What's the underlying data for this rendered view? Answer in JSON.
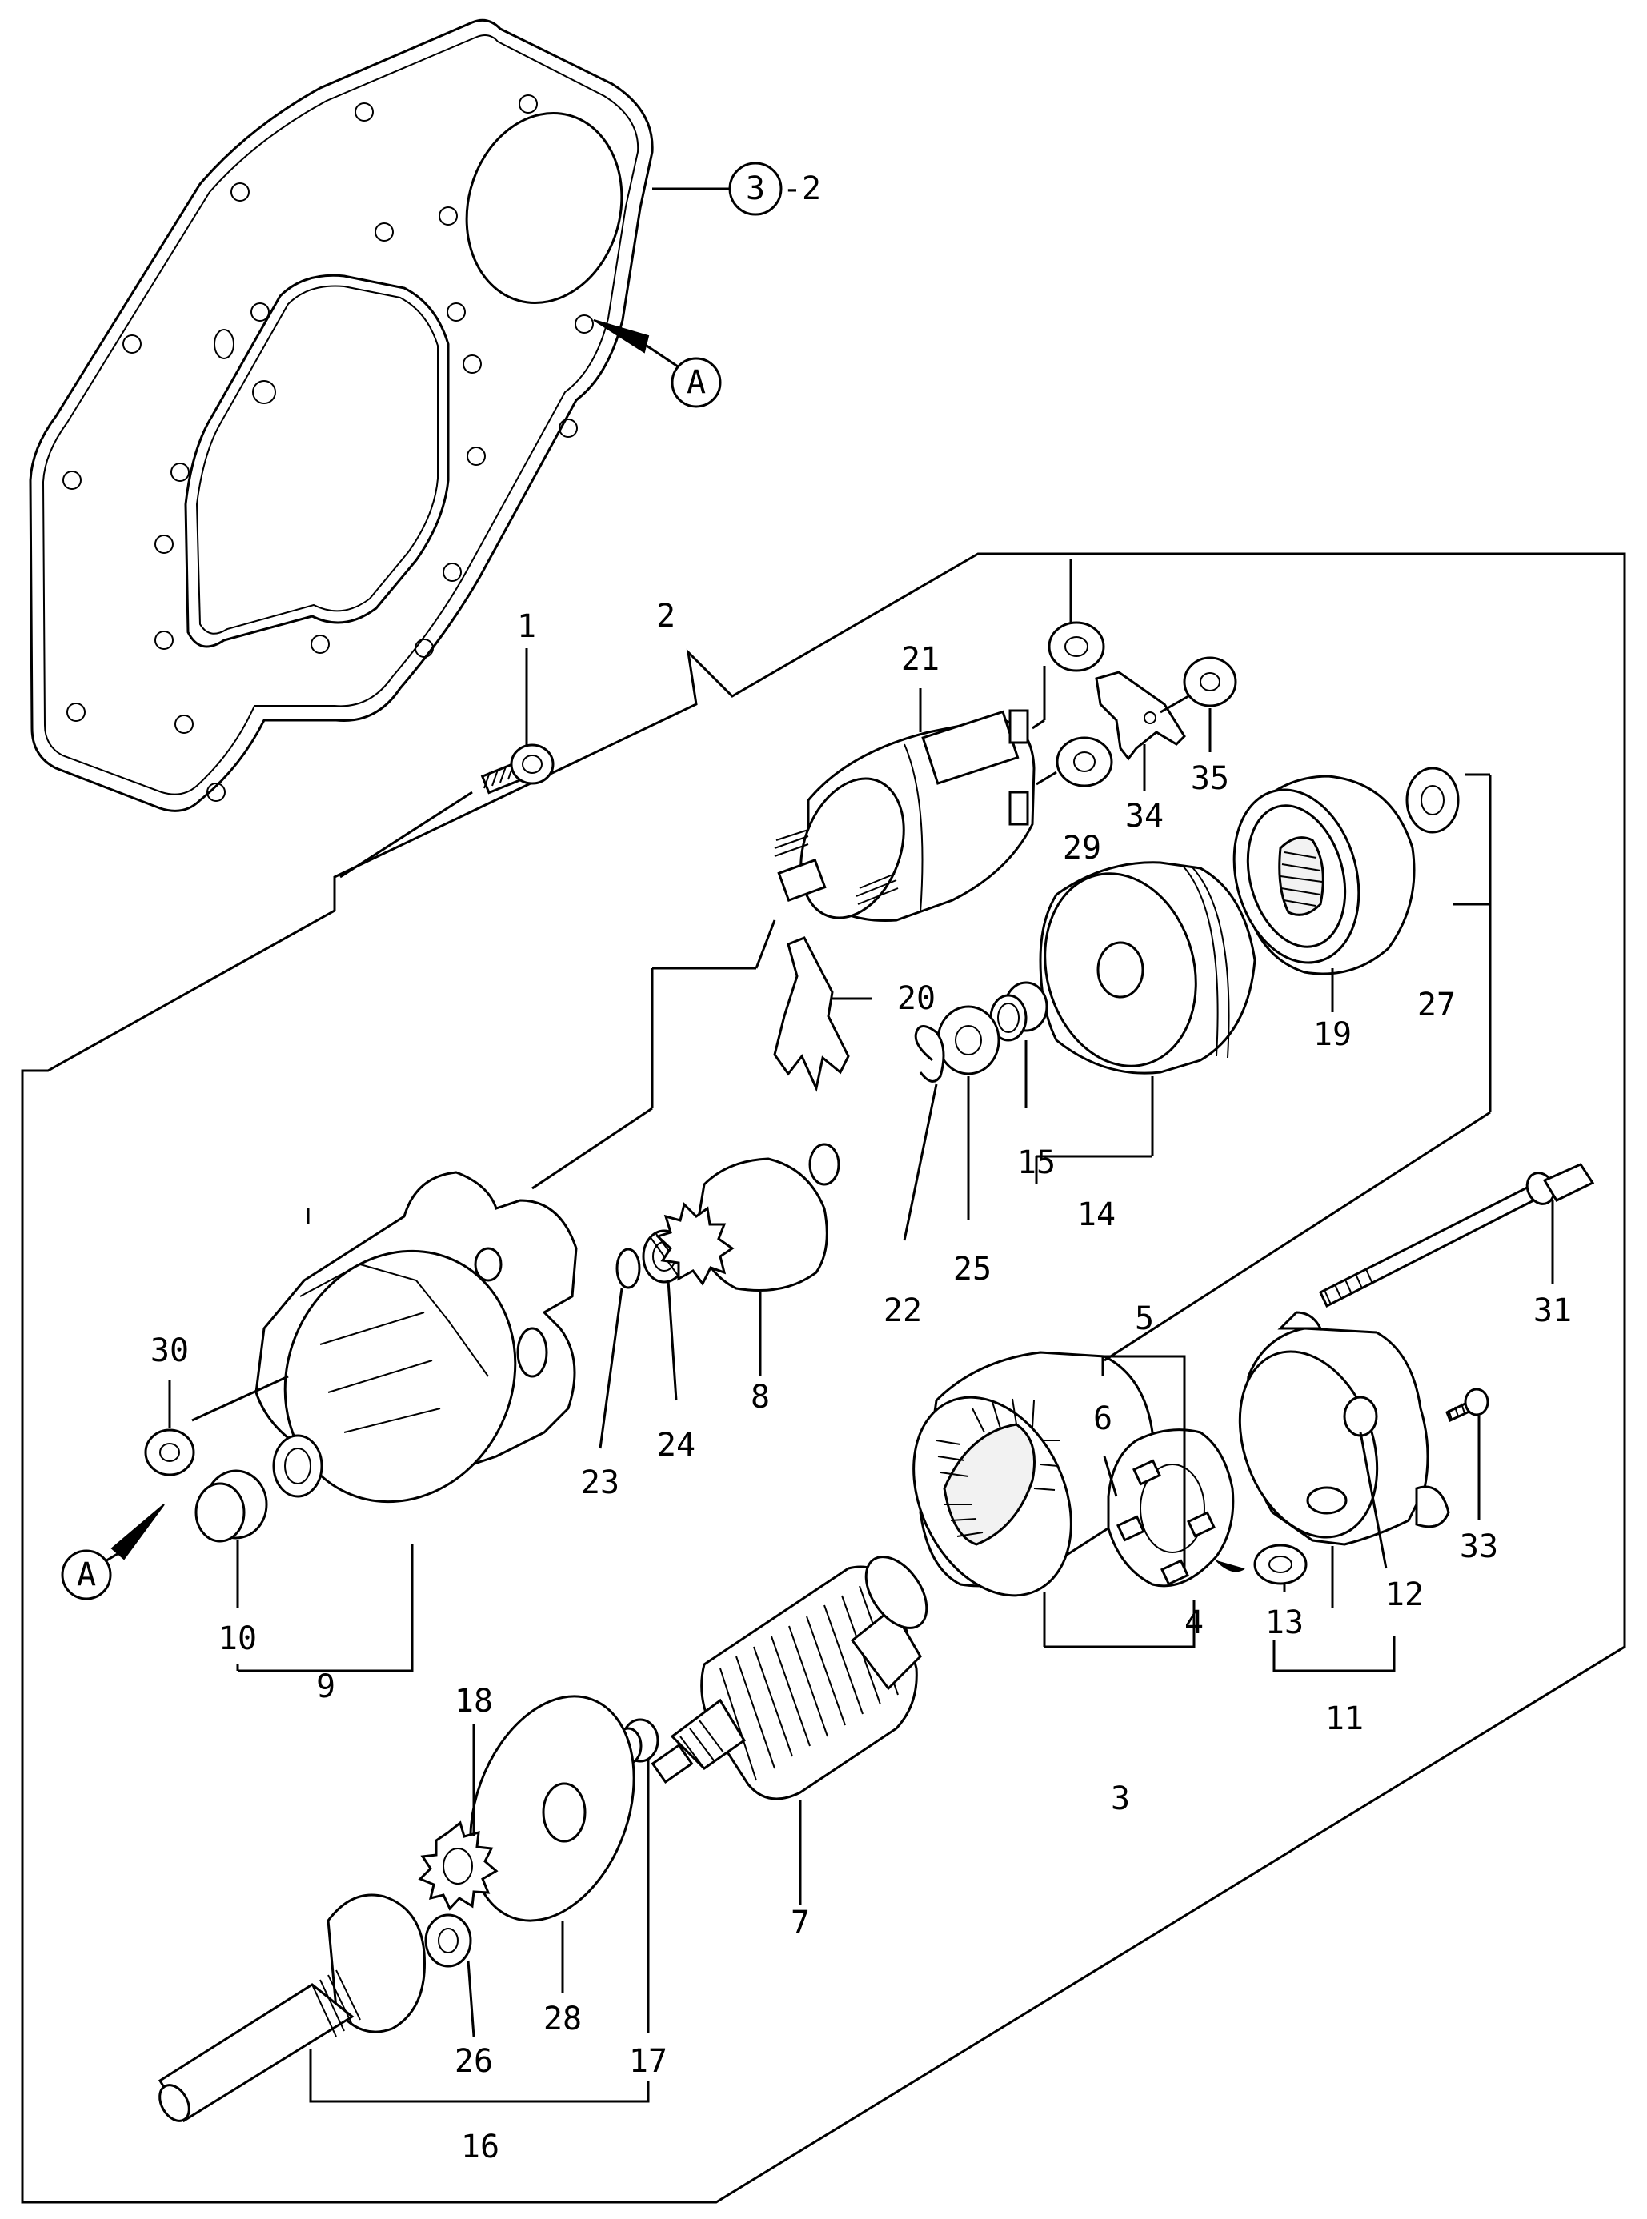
{
  "callouts": {
    "p1": "1",
    "p2": "2",
    "p3": "3",
    "p4": "4",
    "p5": "5",
    "p6": "6",
    "p7": "7",
    "p8": "8",
    "p9": "9",
    "p10": "10",
    "p11": "11",
    "p12": "12",
    "p13": "13",
    "p14": "14",
    "p15": "15",
    "p16": "16",
    "p17": "17",
    "p18": "18",
    "p19": "19",
    "p20": "20",
    "p21": "21",
    "p22": "22",
    "p23": "23",
    "p24": "24",
    "p25": "25",
    "p26": "26",
    "p27": "27",
    "p28": "28",
    "p29": "29",
    "p30": "30",
    "p31": "31",
    "p33": "33",
    "p34": "34",
    "p35": "35"
  },
  "reference": {
    "circle_number": "3",
    "suffix": "-2"
  },
  "markers": {
    "a_top": "A",
    "a_bottom": "A"
  }
}
